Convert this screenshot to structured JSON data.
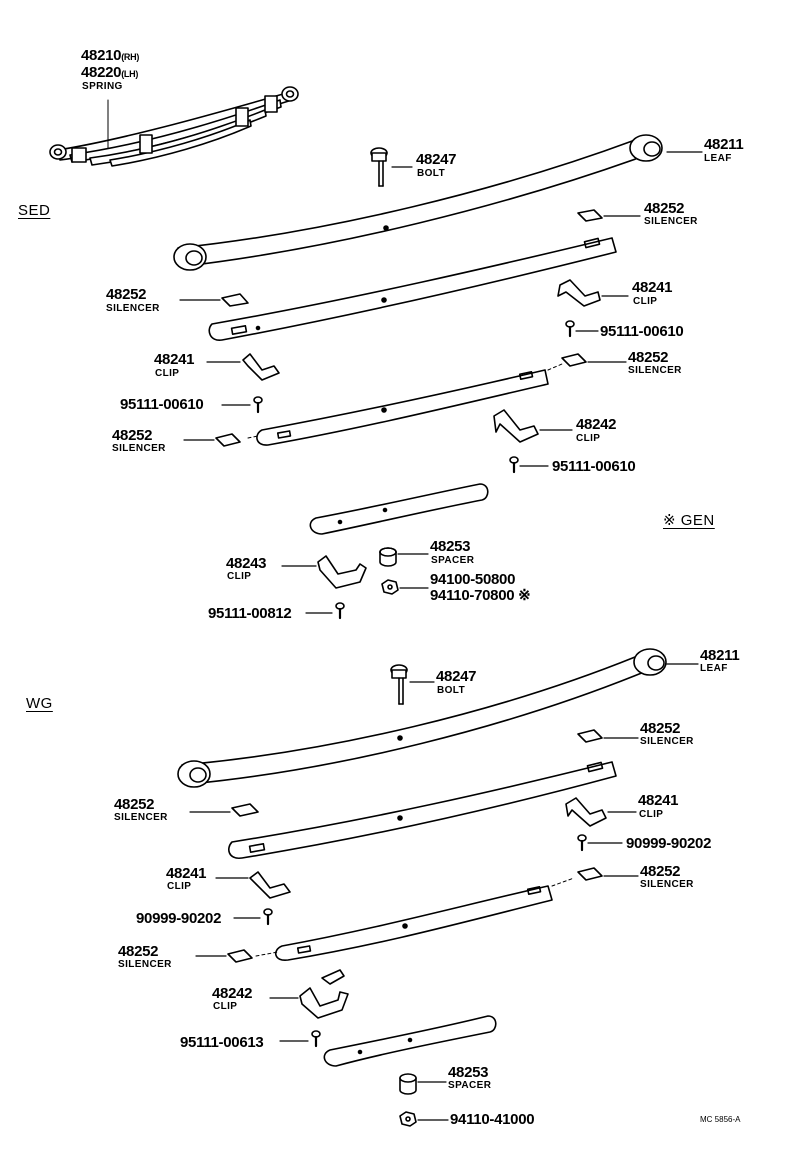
{
  "sections": {
    "sed": "SED",
    "wg": "WG",
    "gen": "※ GEN"
  },
  "spring": {
    "part_rh": "48210",
    "rh": "(RH)",
    "part_lh": "48220",
    "lh": "(LH)",
    "name": "SPRING"
  },
  "sed": {
    "leaf": {
      "part": "48211",
      "name": "LEAF"
    },
    "bolt": {
      "part": "48247",
      "name": "BOLT"
    },
    "silencer_1": {
      "part": "48252",
      "name": "SILENCER"
    },
    "silencer_2": {
      "part": "48252",
      "name": "SILENCER"
    },
    "clip_1": {
      "part": "48241",
      "name": "CLIP"
    },
    "screw_1": {
      "part": "95111-00610"
    },
    "clip_2": {
      "part": "48241",
      "name": "CLIP"
    },
    "silencer_3": {
      "part": "48252",
      "name": "SILENCER"
    },
    "screw_2": {
      "part": "95111-00610"
    },
    "silencer_4": {
      "part": "48252",
      "name": "SILENCER"
    },
    "clip_3": {
      "part": "48242",
      "name": "CLIP"
    },
    "screw_3": {
      "part": "95111-00610"
    },
    "clip_4": {
      "part": "48243",
      "name": "CLIP"
    },
    "spacer": {
      "part": "48253",
      "name": "SPACER"
    },
    "nut_1": {
      "part": "94100-50800"
    },
    "nut_2": {
      "part": "94110-70800 ※"
    },
    "screw_4": {
      "part": "95111-00812"
    }
  },
  "wg": {
    "leaf": {
      "part": "48211",
      "name": "LEAF"
    },
    "bolt": {
      "part": "48247",
      "name": "BOLT"
    },
    "silencer_1": {
      "part": "48252",
      "name": "SILENCER"
    },
    "silencer_2": {
      "part": "48252",
      "name": "SILENCER"
    },
    "clip_1": {
      "part": "48241",
      "name": "CLIP"
    },
    "screw_1": {
      "part": "90999-90202"
    },
    "clip_2": {
      "part": "48241",
      "name": "CLIP"
    },
    "silencer_3": {
      "part": "48252",
      "name": "SILENCER"
    },
    "screw_2": {
      "part": "90999-90202"
    },
    "silencer_4": {
      "part": "48252",
      "name": "SILENCER"
    },
    "clip_3": {
      "part": "48242",
      "name": "CLIP"
    },
    "screw_3": {
      "part": "95111-00613"
    },
    "spacer": {
      "part": "48253",
      "name": "SPACER"
    },
    "nut": {
      "part": "94110-41000"
    }
  },
  "footer": {
    "code": "MC 5856-A"
  }
}
